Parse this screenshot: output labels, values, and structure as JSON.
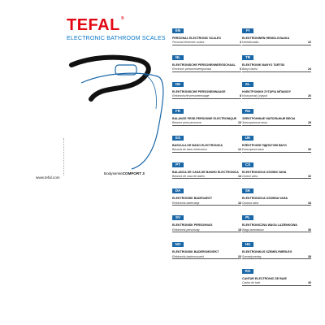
{
  "brand": {
    "name": "TEFAL",
    "registered": "®"
  },
  "subtitle": "ELECTRONIC BATHROOM SCALES",
  "website": "www.tefal.com",
  "product_line": {
    "prefix": "Bodysense",
    "name": "COMFORT 3"
  },
  "colors": {
    "brand_red": "#e30613",
    "accent_blue": "#0a77c9",
    "tag_blue": "#1a67a8",
    "scale_outline": "#111111",
    "scale_line": "#1a67a8"
  },
  "languages_left": [
    {
      "code": "EN",
      "title": "PERSONAL ELECTRONIC SCALES",
      "sub": "Personal electronic scales",
      "page": "4"
    },
    {
      "code": "NL",
      "title": "ELEKTRONISCHE PERSONENWEEGSCHAAL",
      "sub": "Electronic personenweegschaal",
      "page": "6"
    },
    {
      "code": "DE",
      "title": "ELEKTRONISCHE PERSONENWAAGE",
      "sub": "Elektronische personenwaage",
      "page": "8"
    },
    {
      "code": "FR",
      "title": "BALANCE PESE-PERSONNE ELECTRONIQUE",
      "sub": "Balance pese-personne",
      "page": "10"
    },
    {
      "code": "ES",
      "title": "BASCULA DE BANO ELECTRONICA",
      "sub": "Bascula de bano electronica",
      "page": "12"
    },
    {
      "code": "PT",
      "title": "BALANCA DE CASA DE BANHO ELECTRONICA",
      "sub": "Balanca de casa de banho",
      "page": "14"
    },
    {
      "code": "DA",
      "title": "ELEKTRONISK BADEVAEGT",
      "sub": "Elektronisk badevaegt",
      "page": "16"
    },
    {
      "code": "SV",
      "title": "ELEKTRONISK PERSONVAG",
      "sub": "Elektronisk personvag",
      "page": "18"
    },
    {
      "code": "NO",
      "title": "ELEKTRONISK BADEROMSVEKT",
      "sub": "Elektronisk baderomsvekt",
      "page": "20"
    }
  ],
  "languages_right": [
    {
      "code": "FI",
      "title": "ELEKTRONINEN HENKILOVAAKA",
      "sub": "Henkilovaaka",
      "page": "22"
    },
    {
      "code": "TR",
      "title": "ELEKTRONIK BANYO TARTISI",
      "sub": "Banyo tartisi",
      "page": "24"
    },
    {
      "code": "EL",
      "title": "ΗΛΕΚΤΡΟΝΙΚΗ ΖΥΓΑΡΙΑ ΜΠΑΝΙΟΥ",
      "sub": "Ηλεκτρονική ζυγαριά",
      "page": "26"
    },
    {
      "code": "RU",
      "title": "ЭЛЕКТРОННЫЕ НАПОЛЬНЫЕ ВЕСЫ",
      "sub": "Электронные весы",
      "page": "28"
    },
    {
      "code": "UK",
      "title": "ЕЛЕКТРОННІ ПІДЛОГОВІ ВАГИ",
      "sub": "Електронні ваги",
      "page": "30"
    },
    {
      "code": "CS",
      "title": "ELEKTRONICKA OSOBNI VAHA",
      "sub": "Osobni vaha",
      "page": "32"
    },
    {
      "code": "SK",
      "title": "ELEKTRONICKA OSOBNA VAHA",
      "sub": "Osobna vaha",
      "page": "34"
    },
    {
      "code": "PL",
      "title": "ELEKTRONICZNA WAGA LAZIENKOWA",
      "sub": "Waga lazienkowa",
      "page": "36"
    },
    {
      "code": "HU",
      "title": "ELEKTRONIKUS SZEMELYMERLEG",
      "sub": "Szemelymerleg",
      "page": "38"
    },
    {
      "code": "RO",
      "title": "CANTAR ELECTRONIC DE BAIE",
      "sub": "Cantar de baie",
      "page": "40"
    }
  ]
}
